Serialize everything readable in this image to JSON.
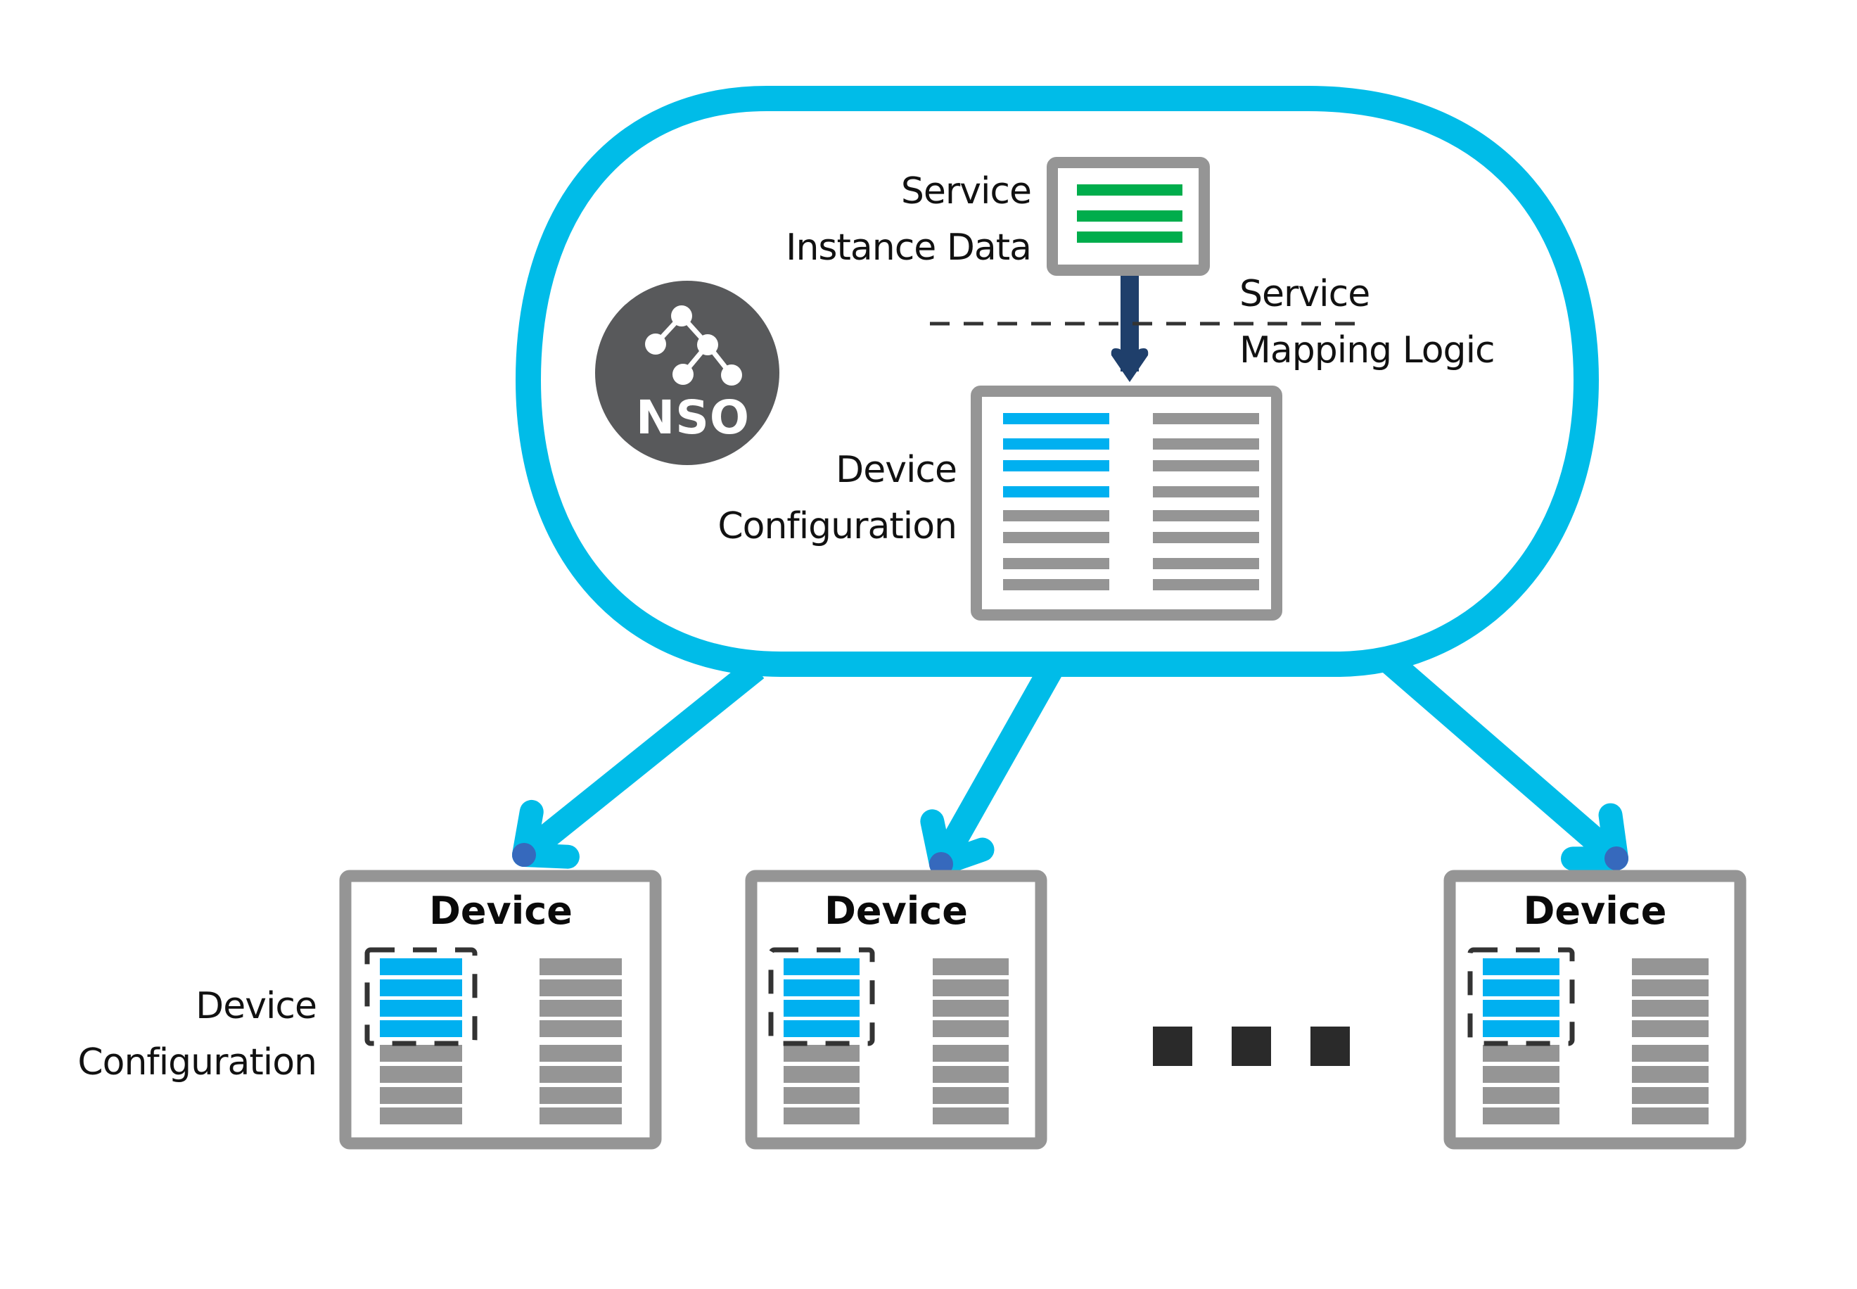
{
  "colors": {
    "cloud": "#00bce8",
    "box_border": "#959595",
    "gray_bar": "#959595",
    "blue_bar": "#00b0f0",
    "green_bar": "#00ad4c",
    "mapping_arrow": "#1f3f6b",
    "arrow_tip": "#3c5fb8",
    "dash": "#333333",
    "nso_circle": "#58595b",
    "nso_fg": "#ffffff",
    "ellipsis": "#2a2a2a"
  },
  "nso_logo": {
    "text": "NSO",
    "icon": "tree-network-icon"
  },
  "labels": {
    "service_instance_data": [
      "Service",
      "Instance Data"
    ],
    "service_mapping_logic": [
      "Service",
      "Mapping Logic"
    ],
    "nso_device_configuration": [
      "Device",
      "Configuration"
    ],
    "device_configuration": [
      "Device",
      "Configuration"
    ]
  },
  "service_box": {
    "rows": 3,
    "row_color": "green"
  },
  "nso_config_box": {
    "left_column": [
      "blue",
      "blue",
      "blue",
      "blue",
      "gray",
      "gray",
      "gray",
      "gray"
    ],
    "right_column": [
      "gray",
      "gray",
      "gray",
      "gray",
      "gray",
      "gray",
      "gray",
      "gray"
    ]
  },
  "devices": [
    {
      "title": "Device",
      "highlighted_rows": 4,
      "left_rows": 8,
      "right_rows": 8
    },
    {
      "title": "Device",
      "highlighted_rows": 4,
      "left_rows": 8,
      "right_rows": 8
    },
    {
      "title": "Device",
      "highlighted_rows": 4,
      "left_rows": 8,
      "right_rows": 8
    }
  ],
  "ellipsis_count": 3
}
